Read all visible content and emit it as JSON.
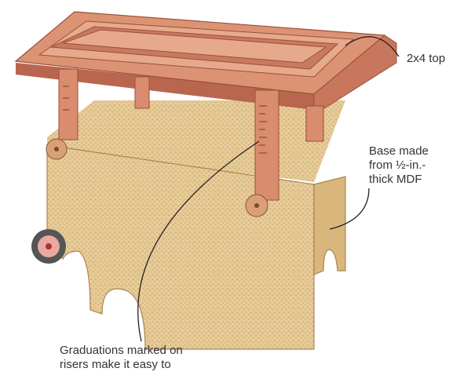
{
  "labels": {
    "top": "2x4 top",
    "base": [
      "Base made",
      "from ½-in.-",
      "thick MDF"
    ],
    "graduations": [
      "Graduations marked on",
      "risers make it easy to"
    ]
  },
  "colors": {
    "wood_top": "#d98c6e",
    "wood_dark": "#b0604a",
    "mdf": "#e3c792",
    "mdf_dark": "#c9a46a",
    "text": "#333333"
  }
}
